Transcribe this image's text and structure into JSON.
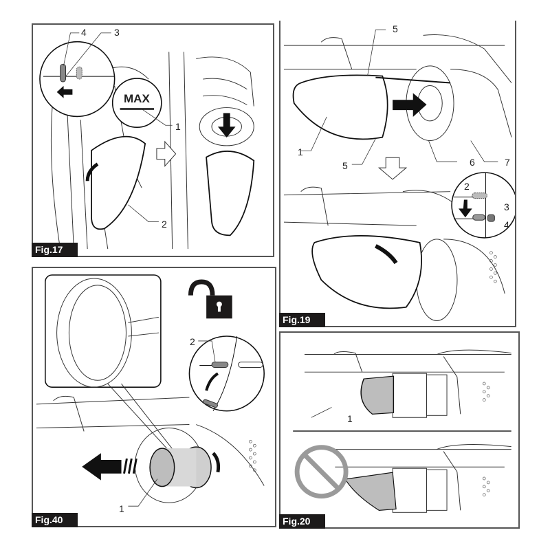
{
  "figures": {
    "fig17": {
      "label": "Fig.17",
      "max_text": "MAX",
      "callouts": [
        "4",
        "3",
        "1",
        "2"
      ]
    },
    "fig19": {
      "label": "Fig.19",
      "callouts": [
        "5",
        "1",
        "5",
        "6",
        "7",
        "2",
        "3",
        "4"
      ]
    },
    "fig40": {
      "label": "Fig.40",
      "callouts": [
        "2",
        "1"
      ],
      "icons": [
        "unlocked-padlock-icon"
      ]
    },
    "fig20": {
      "label": "Fig.20",
      "callouts": [
        "1"
      ],
      "icons": [
        "prohibited-icon"
      ]
    }
  },
  "colors": {
    "line": "#222222",
    "label_bg": "#1c1a1a",
    "nozzle_fill": "#bdbdbd",
    "prohibited": "#9a9a9a"
  }
}
